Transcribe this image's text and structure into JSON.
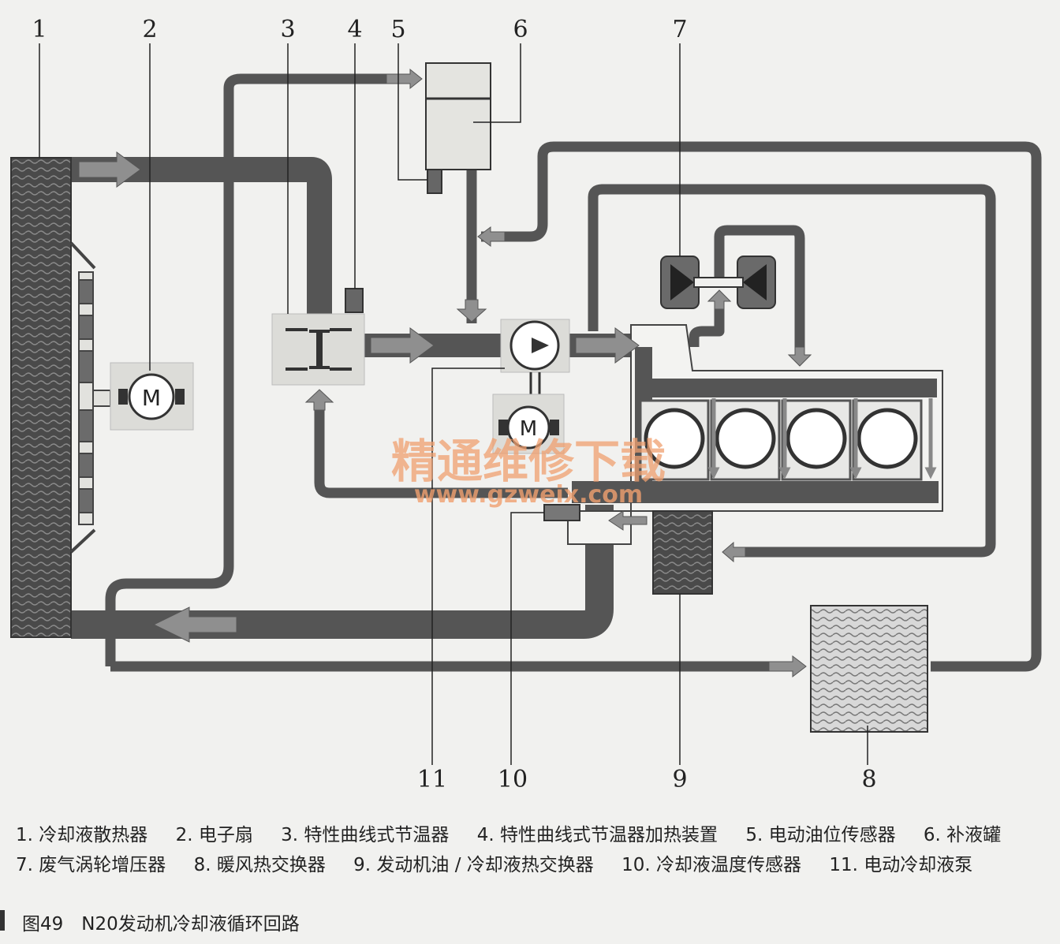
{
  "callouts": [
    "1",
    "2",
    "3",
    "4",
    "5",
    "6",
    "7",
    "8",
    "9",
    "10",
    "11"
  ],
  "component_labels": {
    "fan_motor": "M",
    "pump_motor": "M"
  },
  "watermark": {
    "cn": "精通维修下载",
    "url": "www.gzweix.com"
  },
  "legend": {
    "row1": [
      "1. 冷却液散热器",
      "2. 电子扇",
      "3. 特性曲线式节温器",
      "4. 特性曲线式节温器加热装置",
      "5. 电动油位传感器",
      "6. 补液罐"
    ],
    "row2": [
      "7. 废气涡轮增压器",
      "8. 暖风热交换器",
      "9. 发动机油 / 冷却液热交换器",
      "10. 冷却液温度传感器",
      "11. 电动冷却液泵"
    ]
  },
  "caption": "图49　N20发动机冷却液循环回路",
  "colors": {
    "pipe": "#555555",
    "pipe_light": "#8a8a8a",
    "component_fill": "#dcdcd8",
    "radiator": "#4a4a4a",
    "watermark": "#f0a070"
  }
}
